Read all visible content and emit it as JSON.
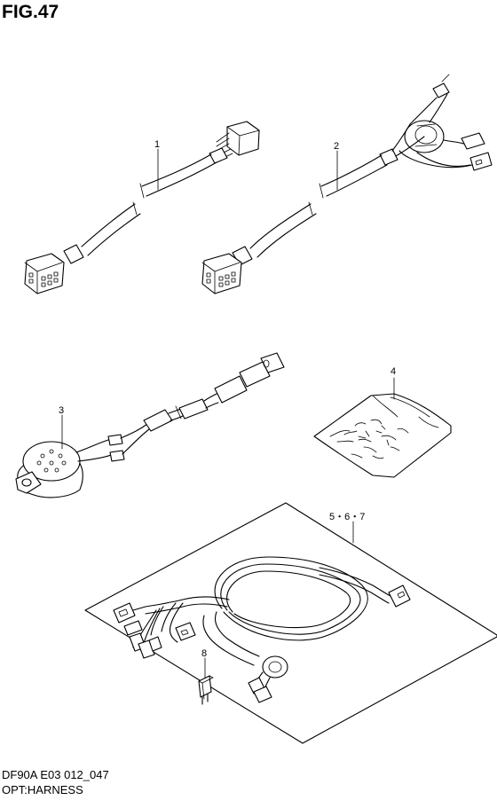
{
  "figure": {
    "title": "FIG.47",
    "code": "DF90A E03 012_047",
    "name": "OPT:HARNESS"
  },
  "callouts": [
    {
      "id": "c1",
      "label": "1"
    },
    {
      "id": "c2",
      "label": "2"
    },
    {
      "id": "c3",
      "label": "3"
    },
    {
      "id": "c4",
      "label": "4"
    },
    {
      "id": "c567",
      "label": "5・6・7"
    },
    {
      "id": "c8",
      "label": "8"
    }
  ]
}
